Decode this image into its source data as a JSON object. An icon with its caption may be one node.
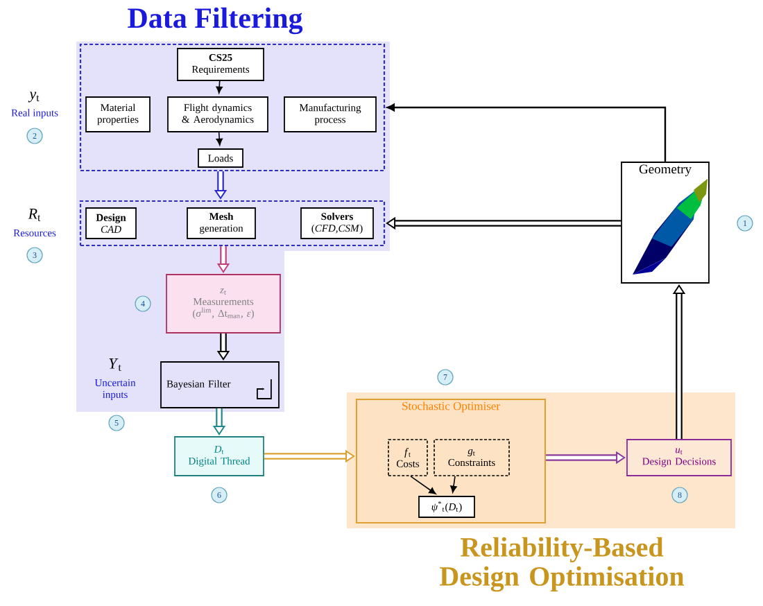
{
  "diagram": {
    "nodes": [
      {
        "text": [
          "Data Filtering"
        ]
      },
      {
        "text": [],
        "shape": "box",
        "in": 0
      },
      {
        "text": [
          "**CS25** Requirements"
        ],
        "in": 1
      },
      {
        "text": [
          "Material properties"
        ],
        "in": 1
      },
      {
        "text": [
          "Flight dynamics & Aerodynamics"
        ],
        "in": 1
      },
      {
        "text": [
          "Manufacturing process"
        ],
        "in": 1
      },
      {
        "text": [
          "Loads"
        ],
        "in": 1
      },
      {
        "text": [],
        "shape": "box",
        "in": 0
      },
      {
        "text": [
          "**Design** *CAD*"
        ],
        "in": 7
      },
      {
        "text": [
          "**Mesh** generation"
        ],
        "in": 7
      },
      {
        "text": [
          "**Solvers** (*CFD,CSM*)"
        ],
        "in": 7
      },
      {
        "text": [
          "*z*$_{t}$",
          "Measurements",
          "(*σ*$^{lim}$, Δt$_{man}$, *ε*)"
        ],
        "in": 0
      },
      {
        "text": [
          "Bayesian Filter"
        ],
        "in": 0
      },
      {
        "text": [
          "*D*$_{t}$",
          "Digital Thread"
        ]
      },
      {
        "text": [
          "Reliability-Based Design Optimisation"
        ]
      },
      {
        "text": [
          "Stochastic Optimiser"
        ],
        "in": 14
      },
      {
        "text": [
          "*f*$_{t}$",
          "Costs"
        ],
        "in": 15
      },
      {
        "text": [
          "*g*$_{t}$",
          "Constraints"
        ],
        "in": 15
      },
      {
        "text": [
          "*ψ*$^{*}$$_{t}$(*D*$_{t}$)"
        ],
        "in": 15
      },
      {
        "text": [
          "*u*$_{t}$",
          "Design Decisions"
        ],
        "in": 14
      },
      {
        "text": [
          "Geometry"
        ]
      }
    ],
    "edges": [
      {
        "from": 2,
        "to": 4,
        "arrow": "to"
      },
      {
        "from": 4,
        "to": 6,
        "arrow": "to"
      },
      {
        "from": 20,
        "to": 1,
        "arrow": "to"
      },
      {
        "from": 1,
        "to": 7,
        "arrow": "to",
        "color": "#2a2ad0"
      },
      {
        "from": 20,
        "to": 7,
        "arrow": "to"
      },
      {
        "from": 7,
        "to": 11,
        "arrow": "to",
        "color": "#c0407a"
      },
      {
        "from": 11,
        "to": 12,
        "arrow": "to"
      },
      {
        "from": 12,
        "to": 13,
        "arrow": "to",
        "color": "#208a8a"
      },
      {
        "from": 13,
        "to": 15,
        "arrow": "to",
        "color": "#d8a030"
      },
      {
        "from": 16,
        "to": 18,
        "arrow": "to"
      },
      {
        "from": 17,
        "to": 18,
        "arrow": "to"
      },
      {
        "from": 15,
        "to": 19,
        "arrow": "to",
        "color": "#8a3a9a"
      },
      {
        "from": 19,
        "to": 20,
        "arrow": "to"
      }
    ],
    "labels": [
      "*y*$_{t}$",
      "Real inputs",
      "2",
      "*R*$_{t}$",
      "Resources",
      "3",
      "4",
      "*Y*$_{t}$",
      "Uncertain inputs",
      "5",
      "6",
      "7",
      "1",
      "8"
    ]
  }
}
